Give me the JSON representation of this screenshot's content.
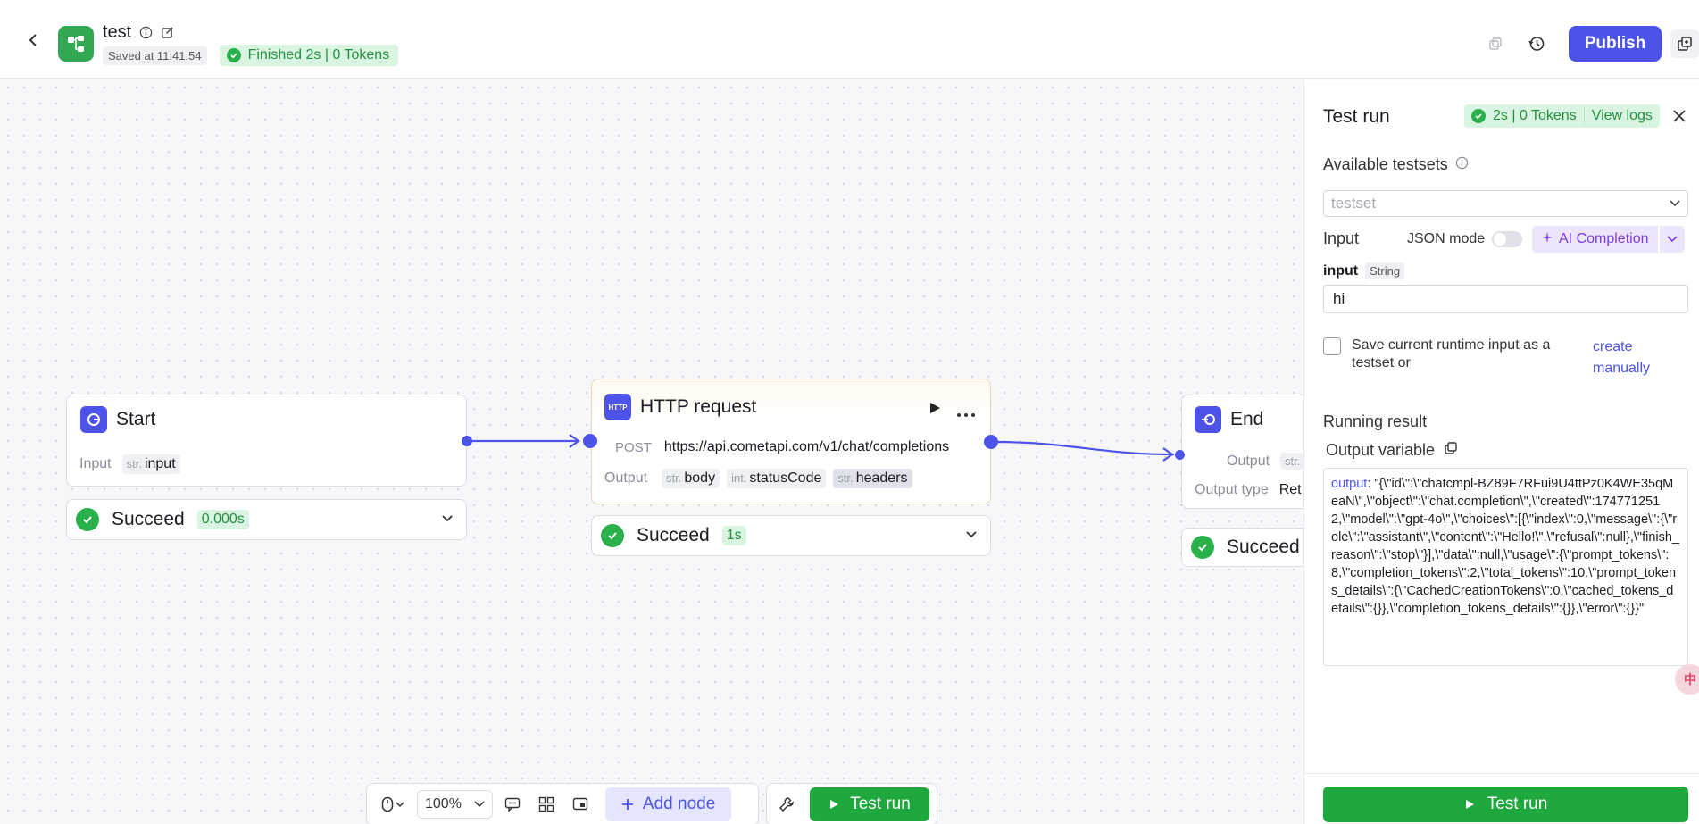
{
  "header": {
    "title": "test",
    "saved": "Saved at 11:41:54",
    "status": "Finished 2s | 0 Tokens",
    "publish_label": "Publish"
  },
  "nodes": {
    "start": {
      "title": "Start",
      "input_label": "Input",
      "input_tag": {
        "type": "str.",
        "name": "input"
      },
      "status": "Succeed",
      "time": "0.000s"
    },
    "http": {
      "title": "HTTP request",
      "method": "POST",
      "url": "https://api.cometapi.com/v1/chat/completions",
      "output_label": "Output",
      "outputs": [
        {
          "type": "str.",
          "name": "body"
        },
        {
          "type": "int.",
          "name": "statusCode"
        },
        {
          "type": "str.",
          "name": "headers"
        }
      ],
      "status": "Succeed",
      "time": "1s"
    },
    "end": {
      "title": "End",
      "output_label": "Output",
      "output_tag_type": "str.",
      "output_type_label": "Output type",
      "output_type_value": "Ret",
      "status": "Succeed"
    }
  },
  "toolbar": {
    "zoom": "100%",
    "add_node": "Add node",
    "test_run": "Test run"
  },
  "panel": {
    "title": "Test run",
    "stat": "2s | 0 Tokens",
    "view_logs": "View logs",
    "available_testsets": "Available testsets",
    "testset_placeholder": "testset",
    "input_heading": "Input",
    "json_mode": "JSON mode",
    "ai_completion": "AI Completion",
    "input_name": "input",
    "input_type": "String",
    "input_value": "hi",
    "save_text": "Save current runtime input as a testset or",
    "create_manually": "create manually",
    "running_result": "Running result",
    "output_variable": "Output variable",
    "output_key": "output",
    "output_value": ": \"{\\\"id\\\":\\\"chatcmpl-BZ89F7RFui9U4ttPz0K4WE35qMeaN\\\",\\\"object\\\":\\\"chat.completion\\\",\\\"created\\\":1747712512,\\\"model\\\":\\\"gpt-4o\\\",\\\"choices\\\":[{\\\"index\\\":0,\\\"message\\\":{\\\"role\\\":\\\"assistant\\\",\\\"content\\\":\\\"Hello!\\\",\\\"refusal\\\":null},\\\"finish_reason\\\":\\\"stop\\\"}],\\\"data\\\":null,\\\"usage\\\":{\\\"prompt_tokens\\\":8,\\\"completion_tokens\\\":2,\\\"total_tokens\\\":10,\\\"prompt_tokens_details\\\":{\\\"CachedCreationTokens\\\":0,\\\"cached_tokens_details\\\":{}},\\\"completion_tokens_details\\\":{}},\\\"error\\\":{}}\"",
    "test_run_button": "Test run"
  },
  "colors": {
    "accent": "#4d53e8",
    "success": "#2bb14c",
    "run_button": "#1ea83d",
    "ai": "#7a3ee0"
  }
}
